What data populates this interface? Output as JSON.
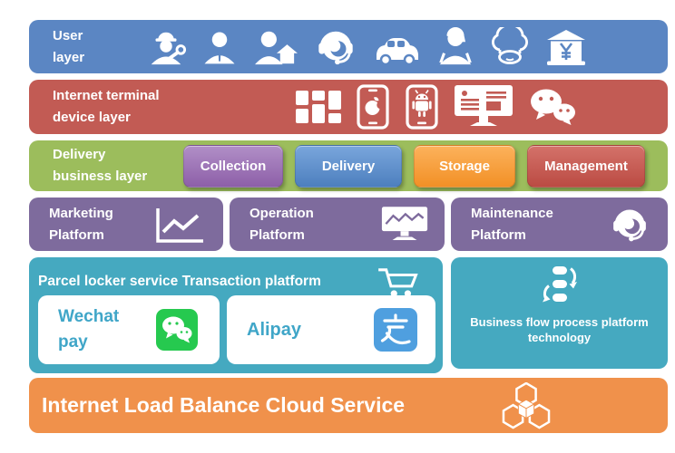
{
  "layers": {
    "user": {
      "line1": "User",
      "line2": "layer",
      "color": "#5b86c3",
      "icons": [
        "repair-worker-icon",
        "businessman-icon",
        "home-user-icon",
        "call-center-icon",
        "taxi-icon",
        "customer-icon",
        "chef-icon",
        "bank-icon"
      ]
    },
    "device": {
      "line1": "Internet terminal",
      "line2": "device layer",
      "color": "#c25b54",
      "icons": [
        "app-grid-icon",
        "iphone-icon",
        "android-phone-icon",
        "desktop-icon",
        "wechat-icon"
      ]
    },
    "business": {
      "line1": "Delivery",
      "line2": "business layer",
      "color": "#9cbd5c",
      "buttons": [
        {
          "label": "Collection",
          "color": "#9a6fb5"
        },
        {
          "label": "Delivery",
          "color": "#5e8fcb"
        },
        {
          "label": "Storage",
          "color": "#f6a038"
        },
        {
          "label": "Management",
          "color": "#c8564d"
        }
      ]
    },
    "platforms": {
      "color": "#7e6b9d",
      "items": [
        {
          "line1": "Marketing",
          "line2": "Platform",
          "icon": "line-chart-icon"
        },
        {
          "line1": "Operation",
          "line2": "Platform",
          "icon": "monitor-chart-icon"
        },
        {
          "line1": "Maintenance",
          "line2": "Platform",
          "icon": "headset-icon"
        }
      ]
    },
    "transaction": {
      "color": "#45a9c0",
      "title": "Parcel locker service Transaction platform",
      "title_icon": "cart-icon",
      "text_color": "#40a6c8",
      "cards": [
        {
          "line1": "Wechat",
          "line2": "pay",
          "icon": "wechat-pay-icon",
          "icon_color": "#26c94f"
        },
        {
          "line1": "Alipay",
          "icon": "alipay-icon",
          "icon_color": "#4f9fdf"
        }
      ]
    },
    "process": {
      "color": "#45a9c0",
      "line1": "Business flow process platform",
      "line2": "technology",
      "icon": "flow-process-icon"
    },
    "cloud": {
      "color": "#f0914b",
      "title": "Internet Load Balance Cloud Service",
      "icon": "cube-cluster-icon"
    }
  }
}
